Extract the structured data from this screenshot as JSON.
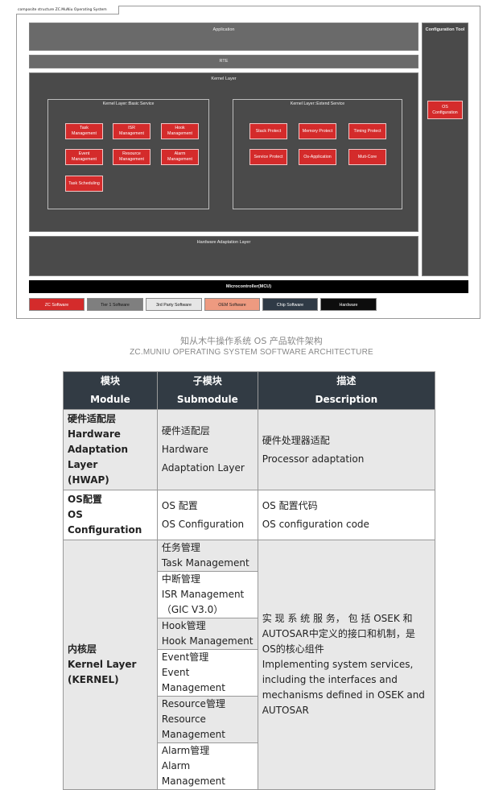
{
  "diagram": {
    "frame_title": "composite structure ZC.MuNiu Operating System",
    "application": "Application",
    "configuration_tool": "Configuration Tool",
    "rte": "RTE",
    "kernel_layer": "Kernel Layer",
    "basic_service": {
      "title": "Kernel Layer::Basic Service",
      "items": [
        "Task Management",
        "ISR Management",
        "Hook Management",
        "Event Management",
        "Resource Management",
        "Alarm Management",
        "Task Scheduling"
      ]
    },
    "extend_service": {
      "title": "Kernel Layer::Extend Service",
      "items": [
        "Stack Protect",
        "Memory Protect",
        "Timing Protect",
        "Service Protect",
        "Os-Application",
        "Muti-Core"
      ]
    },
    "os_configuration": "OS Configuration",
    "hardware_adaptation_layer": "Hardware Adaptation Layer",
    "microcontroller": "Microcontroller(MCU)",
    "legend": [
      {
        "label": "ZC Software",
        "color": "#d42b2b",
        "text_color": "#ffffff"
      },
      {
        "label": "Tier 1 Software",
        "color": "#7f7f7f",
        "text_color": "#111111"
      },
      {
        "label": "3rd Party Software",
        "color": "#e6e6e6",
        "text_color": "#111111"
      },
      {
        "label": "OEM Software",
        "color": "#ee9a80",
        "text_color": "#222222"
      },
      {
        "label": "Chip Software",
        "color": "#2f3a46",
        "text_color": "#ffffff"
      },
      {
        "label": "Hardware",
        "color": "#0d0d0d",
        "text_color": "#ffffff"
      }
    ]
  },
  "caption": {
    "cn": "知从木牛操作系统 OS 产品软件架构",
    "en": "ZC.MUNIU OPERATING SYSTEM SOFTWARE ARCHITECTURE"
  },
  "table": {
    "headers": {
      "module_cn": "模块",
      "module_en": "Module",
      "submodule_cn": "子模块",
      "submodule_en": "Submodule",
      "desc_cn": "描述",
      "desc_en": "Description"
    },
    "rows": [
      {
        "module": [
          "硬件适配层",
          "Hardware",
          "Adaptation Layer",
          "(HWAP)"
        ],
        "submodule": [
          [
            "硬件适配层",
            "Hardware",
            "Adaptation Layer"
          ]
        ],
        "description": [
          "硬件处理器适配",
          "Processor adaptation"
        ]
      },
      {
        "module": [
          "OS配置",
          "OS Configuration"
        ],
        "submodule": [
          [
            "OS 配置",
            "OS Configuration"
          ]
        ],
        "description": [
          "OS 配置代码",
          "OS configuration code"
        ]
      },
      {
        "module": [
          "内核层",
          "Kernel Layer",
          "(KERNEL)"
        ],
        "submodule": [
          [
            "任务管理",
            "Task Management"
          ],
          [
            "中断管理",
            "ISR Management",
            "（GIC V3.0）"
          ],
          [
            "Hook管理",
            "Hook Management"
          ],
          [
            "Event管理",
            "Event Management"
          ],
          [
            "Resource管理",
            "Resource",
            "Management"
          ],
          [
            "Alarm管理",
            "Alarm Management"
          ]
        ],
        "description": [
          "实 现 系 统 服 务， 包 括 OSEK 和",
          "AUTOSAR中定义的接口和机制，是",
          "OS的核心组件",
          "Implementing system services,",
          "including the interfaces and",
          "mechanisms defined in OSEK and",
          "AUTOSAR"
        ]
      }
    ]
  }
}
